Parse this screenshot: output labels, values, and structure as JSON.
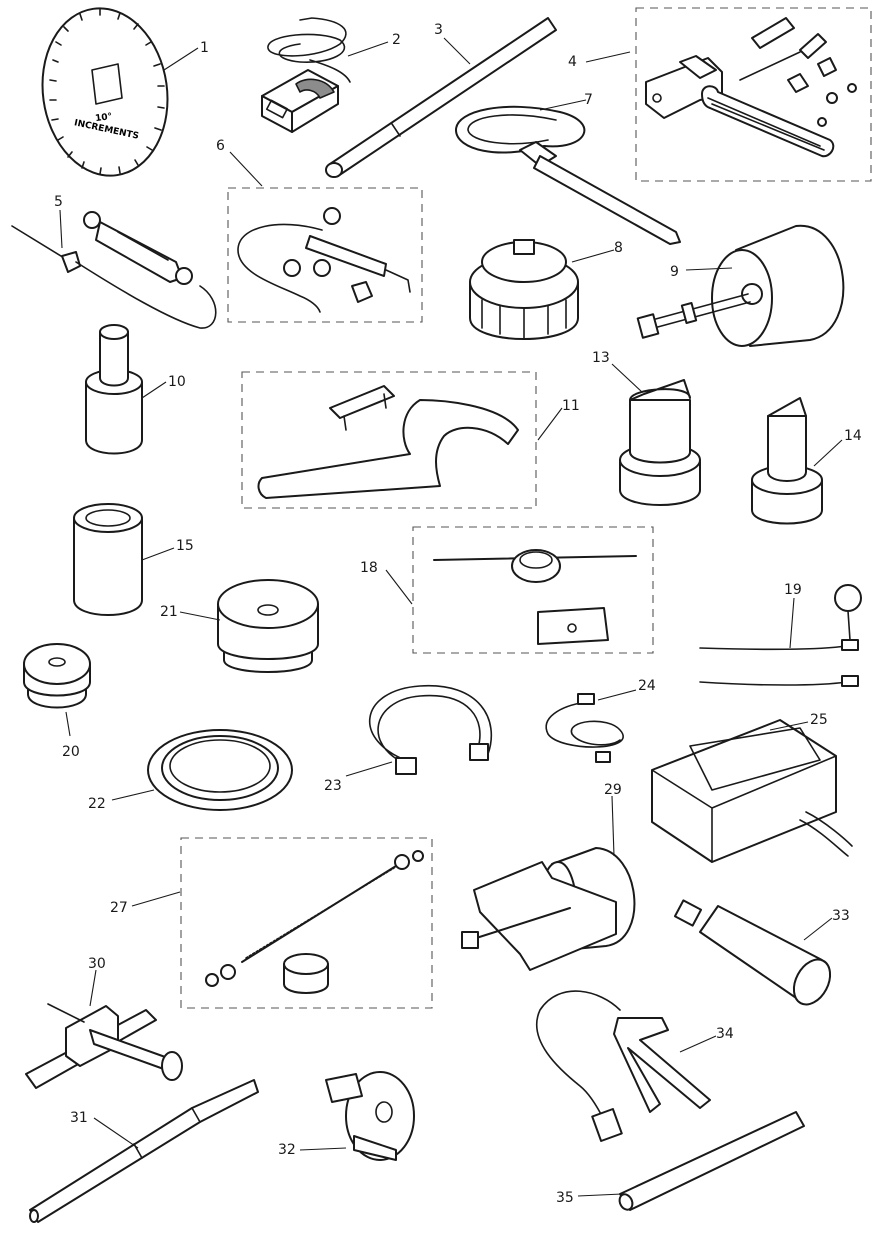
{
  "diagram": {
    "disc_text_line1": "10°",
    "disc_text_line2": "INCREMENTS",
    "callouts": [
      {
        "id": "1",
        "label": "1"
      },
      {
        "id": "2",
        "label": "2"
      },
      {
        "id": "3",
        "label": "3"
      },
      {
        "id": "4",
        "label": "4"
      },
      {
        "id": "5",
        "label": "5"
      },
      {
        "id": "6",
        "label": "6"
      },
      {
        "id": "7",
        "label": "7"
      },
      {
        "id": "8",
        "label": "8"
      },
      {
        "id": "9",
        "label": "9"
      },
      {
        "id": "10",
        "label": "10"
      },
      {
        "id": "11",
        "label": "11"
      },
      {
        "id": "13",
        "label": "13"
      },
      {
        "id": "14",
        "label": "14"
      },
      {
        "id": "15",
        "label": "15"
      },
      {
        "id": "18",
        "label": "18"
      },
      {
        "id": "19",
        "label": "19"
      },
      {
        "id": "20",
        "label": "20"
      },
      {
        "id": "21",
        "label": "21"
      },
      {
        "id": "22",
        "label": "22"
      },
      {
        "id": "23",
        "label": "23"
      },
      {
        "id": "24",
        "label": "24"
      },
      {
        "id": "25",
        "label": "25"
      },
      {
        "id": "27",
        "label": "27"
      },
      {
        "id": "29",
        "label": "29"
      },
      {
        "id": "30",
        "label": "30"
      },
      {
        "id": "31",
        "label": "31"
      },
      {
        "id": "32",
        "label": "32"
      },
      {
        "id": "33",
        "label": "33"
      },
      {
        "id": "34",
        "label": "34"
      },
      {
        "id": "35",
        "label": "35"
      }
    ]
  }
}
